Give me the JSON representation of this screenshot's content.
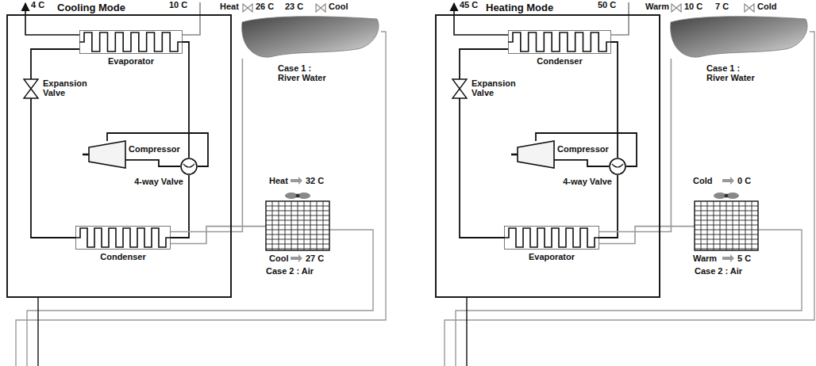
{
  "diagram": {
    "nodes": [
      {
        "text": [
          "Cooling Mode"
        ]
      },
      {
        "text": [
          "Evaporator"
        ],
        "in": 0
      },
      {
        "text": [
          "Expansion Valve"
        ],
        "in": 0
      },
      {
        "text": [
          "Compressor"
        ],
        "in": 0
      },
      {
        "text": [
          "4-way Valve"
        ],
        "in": 0
      },
      {
        "text": [
          "Condenser"
        ],
        "in": 0
      },
      {
        "text": [
          "Case 1 : River Water"
        ]
      },
      {
        "text": [
          "Case 2 : Air"
        ]
      },
      {
        "text": [
          "Heating Mode"
        ]
      },
      {
        "text": [
          "Condenser"
        ],
        "in": 8
      },
      {
        "text": [
          "Expansion Valve"
        ],
        "in": 8
      },
      {
        "text": [
          "Compressor"
        ],
        "in": 8
      },
      {
        "text": [
          "4-way Valve"
        ],
        "in": 8
      },
      {
        "text": [
          "Evaporator"
        ],
        "in": 8
      },
      {
        "text": [
          "Case 1 : River Water"
        ]
      },
      {
        "text": [
          "Case 2 : Air"
        ]
      }
    ],
    "edges": [
      {
        "from": 1,
        "to": 4,
        "arrow": "none"
      },
      {
        "from": 3,
        "to": 4,
        "arrow": "none"
      },
      {
        "from": 4,
        "to": 3,
        "arrow": "none"
      },
      {
        "from": 4,
        "to": 5,
        "arrow": "none"
      },
      {
        "from": 5,
        "to": 2,
        "arrow": "none"
      },
      {
        "from": 2,
        "to": 1,
        "arrow": "none"
      },
      {
        "from": 5,
        "to": 6,
        "arrow": "none"
      },
      {
        "from": 5,
        "to": 7,
        "arrow": "none"
      },
      {
        "from": 9,
        "to": 12,
        "arrow": "none"
      },
      {
        "from": 11,
        "to": 12,
        "arrow": "none"
      },
      {
        "from": 12,
        "to": 11,
        "arrow": "none"
      },
      {
        "from": 12,
        "to": 13,
        "arrow": "none"
      },
      {
        "from": 13,
        "to": 10,
        "arrow": "none"
      },
      {
        "from": 10,
        "to": 9,
        "arrow": "none"
      },
      {
        "from": 13,
        "to": 14,
        "arrow": "none"
      },
      {
        "from": 13,
        "to": 15,
        "arrow": "none"
      }
    ],
    "labels": [
      "4 C",
      "10 C",
      "Heat",
      "26 C",
      "23 C",
      "Cool",
      "Heat",
      "32 C",
      "Cool",
      "27 C",
      "45 C",
      "50 C",
      "Warm",
      "10 C",
      "7 C",
      "Cold",
      "Cold",
      "0 C",
      "Warm",
      "5 C"
    ]
  }
}
